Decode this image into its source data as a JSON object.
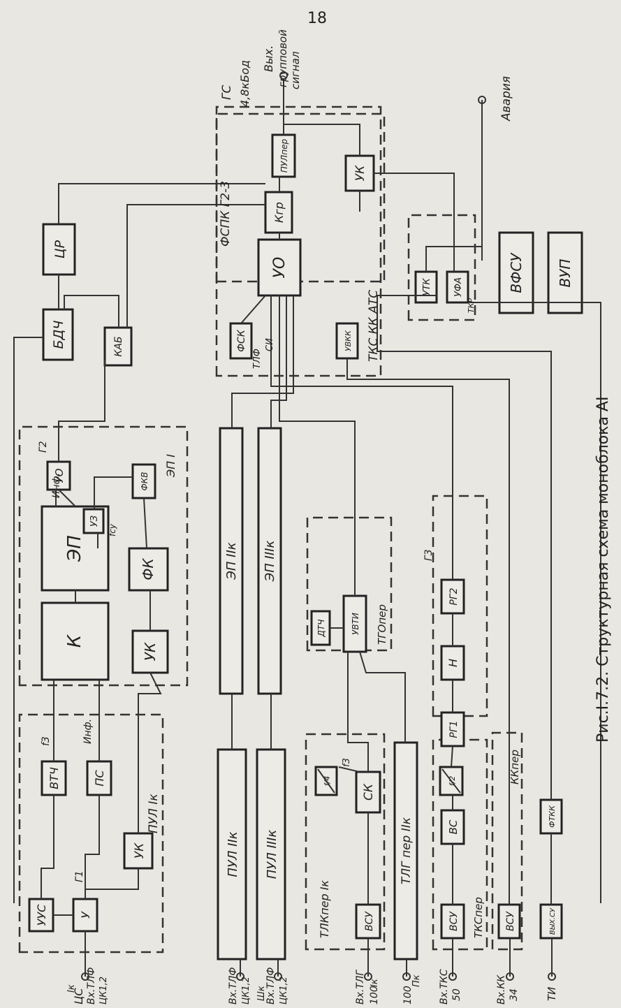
{
  "page_number": "18",
  "caption": "Рис.I.7.2. Структурная схема моноблока AI",
  "inputs": [
    {
      "top": "ЦС",
      "mid": "Вх.ТЛФ",
      "low": "ЦК1,2",
      "sub": "Iк"
    },
    {
      "top": "",
      "mid": "Вх.ТЛФ",
      "low": "ЦК1,2",
      "sub": ""
    },
    {
      "top": "",
      "mid": "Вх.ТЛФ",
      "low": "ЦК1,2",
      "sub": "Шк"
    },
    {
      "top": "",
      "mid": "Вх.ТЛГ",
      "low": "100",
      "sub": "Iк"
    },
    {
      "top": "",
      "mid": "",
      "low": "100",
      "sub": "Пк"
    },
    {
      "top": "",
      "mid": "Вх.ТКС",
      "low": "50",
      "sub": ""
    },
    {
      "top": "",
      "mid": "Вх.КК",
      "low": "34",
      "sub": ""
    },
    {
      "top": "",
      "mid": "ТИ",
      "low": "",
      "sub": ""
    }
  ],
  "groups": {
    "pul1k": "ПУЛ Iк",
    "ep1": "ЭП I",
    "tlk_per": "ТЛКпер Iк",
    "tgo_per": "ТГОпер",
    "tks_per": "ТКСпер",
    "kk_per": "ККпер",
    "tks": "ТКС КК АТС",
    "fspk": "ФСПК Г2-3"
  },
  "blocks": {
    "uus": "УУС",
    "u": "У",
    "vtch": "ВТЧ",
    "ps": "ПС",
    "uk1": "УК",
    "k": "К",
    "ep": "ЭП",
    "uk2": "УК",
    "fk": "ФК",
    "uz": "УЗ",
    "uo1": "УО",
    "fkv": "ФКВ",
    "bdch": "БДЧ",
    "cr": "ЦР",
    "kab": "КАБ",
    "pul2k": "ПУЛ IIк",
    "pul3k": "ПУЛ IIIк",
    "ep2k": "ЭП IIк",
    "ep3k": "ЭП IIIк",
    "vsu1": "ВСУ",
    "sk": "СК",
    "div4": "f/4",
    "tlg_per": "ТЛГ пер IIк",
    "dtch": "ДТЧ",
    "uvtm": "УВТИ",
    "vsu2": "ВСУ",
    "vs": "ВС",
    "div2": "f/2",
    "rg1": "РГ1",
    "n": "Н",
    "rg2": "РГ2",
    "vsu3": "ВСУ",
    "vyhsu": "ВЫХ.СУ",
    "ftkk": "ФТКК",
    "fsk": "ФСК",
    "uvkk": "УВКК",
    "uo2": "УО",
    "kgr": "Кгр",
    "pul_per": "ПУЛпер",
    "uk3": "УК",
    "utk": "УТК",
    "ufa": "УФА",
    "vfsu": "ВФСУ",
    "vup": "ВУП"
  },
  "labels": {
    "g1": "Г1",
    "g2": "Г2",
    "g3": "Г3",
    "fz1": "f3",
    "fz2": "f3",
    "inf1": "Инф.",
    "inf2": "Инф.",
    "fsu": "fсу",
    "tlf": "ТЛФ",
    "si": "СИ",
    "tkr": "ТКР",
    "gs": "ГС",
    "rate": "4,8кБод",
    "vyh": "Вых.",
    "grp": "групповой",
    "sig": "сигнал",
    "alarm": "Авария"
  }
}
